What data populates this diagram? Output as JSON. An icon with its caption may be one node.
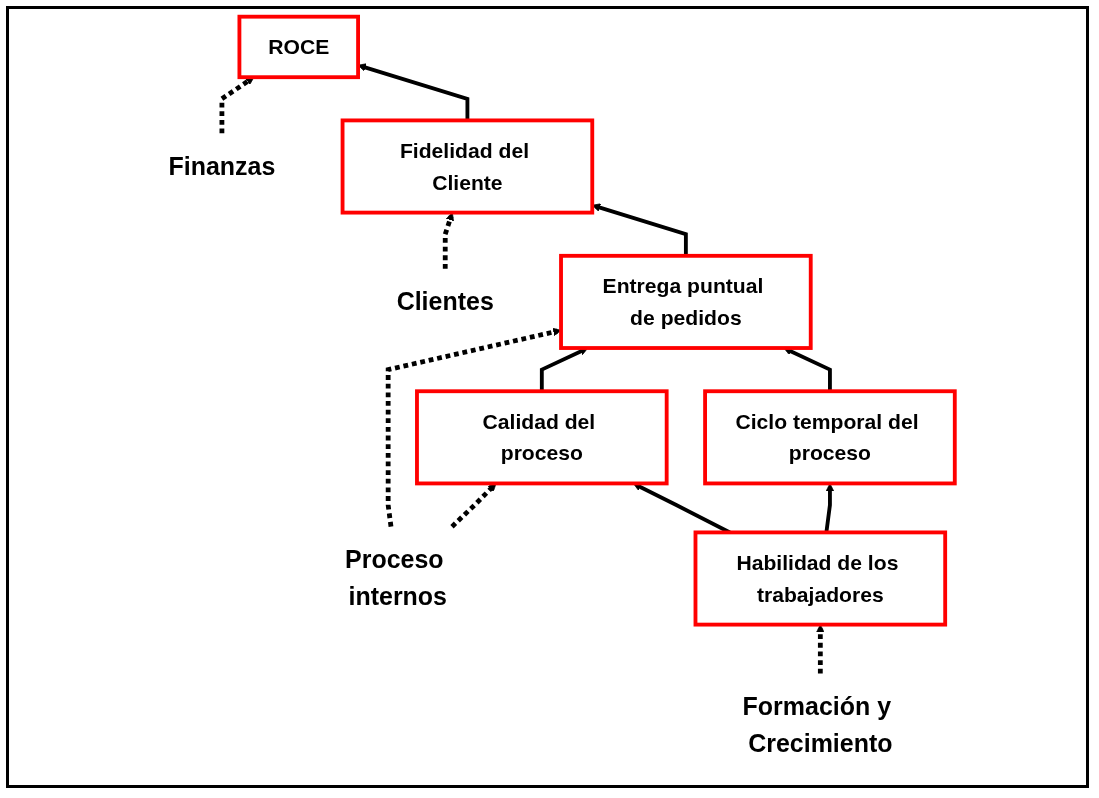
{
  "diagram": {
    "nodes": [
      {
        "text": [
          "Finanzas"
        ]
      },
      {
        "text": [
          "ROCE"
        ]
      },
      {
        "text": [
          "Clientes"
        ]
      },
      {
        "text": [
          "Fidelidad del Cliente"
        ]
      },
      {
        "text": [
          "Proceso internos"
        ]
      },
      {
        "text": [
          "Entrega puntual de pedidos"
        ]
      },
      {
        "text": [
          "Calidad del proceso"
        ]
      },
      {
        "text": [
          "Ciclo temporal del proceso"
        ]
      },
      {
        "text": [
          "Formación y Crecimiento"
        ]
      },
      {
        "text": [
          "Habilidad de los trabajadores"
        ]
      }
    ],
    "edges": [
      {
        "from": 0,
        "to": 1,
        "arrow": "to",
        "style": "dashed"
      },
      {
        "from": 2,
        "to": 3,
        "arrow": "to",
        "style": "dashed"
      },
      {
        "from": 4,
        "to": 5,
        "arrow": "to",
        "style": "dashed"
      },
      {
        "from": 4,
        "to": 6,
        "arrow": "to",
        "style": "dashed"
      },
      {
        "from": 8,
        "to": 9,
        "arrow": "to",
        "style": "dashed"
      },
      {
        "from": 3,
        "to": 1,
        "arrow": "to"
      },
      {
        "from": 5,
        "to": 3,
        "arrow": "to"
      },
      {
        "from": 6,
        "to": 5,
        "arrow": "to"
      },
      {
        "from": 7,
        "to": 5,
        "arrow": "to"
      },
      {
        "from": 9,
        "to": 6,
        "arrow": "to"
      },
      {
        "from": 9,
        "to": 7,
        "arrow": "to"
      }
    ]
  }
}
